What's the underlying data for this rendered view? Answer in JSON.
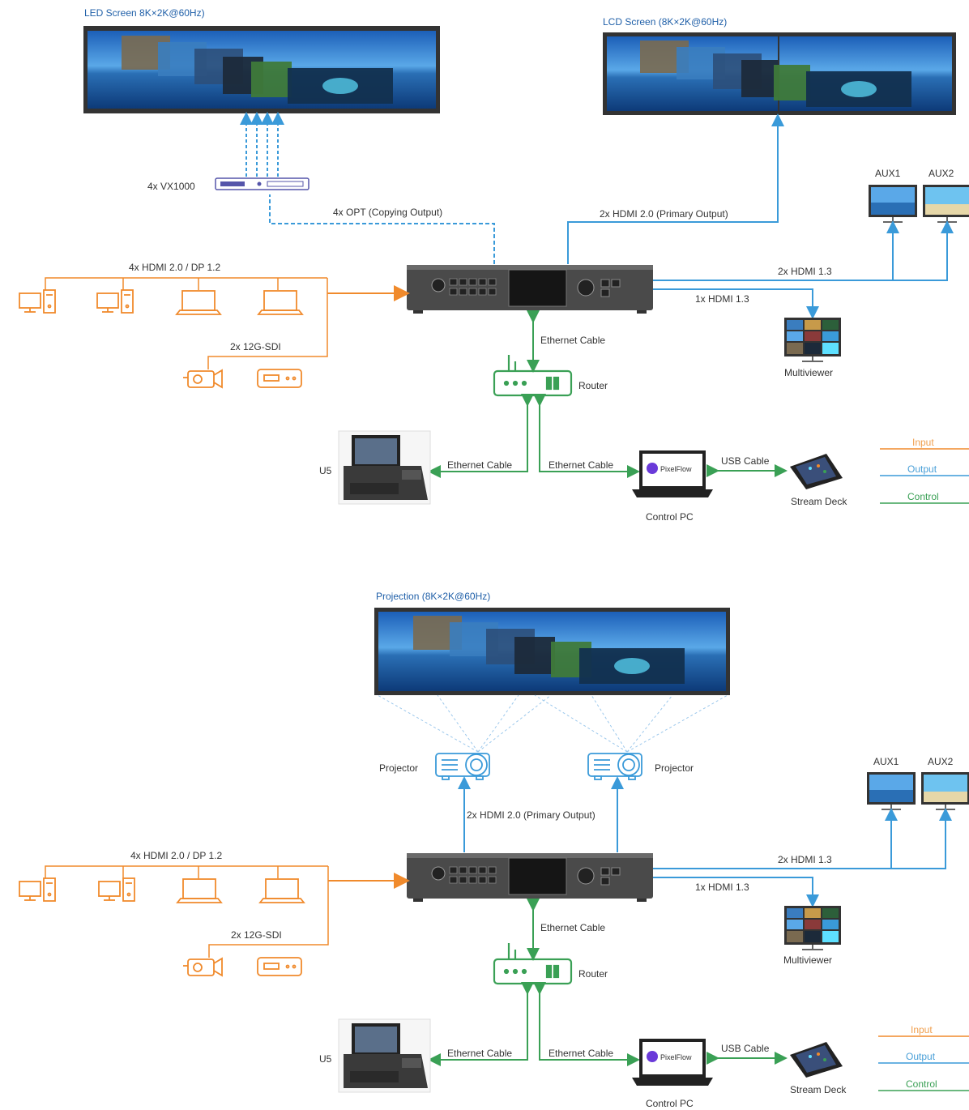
{
  "colors": {
    "input": "#f08a2c",
    "output": "#3a9ad9",
    "control": "#3aa055",
    "copying_output": "#3a9ad9",
    "device_body": "#4a4a4a"
  },
  "legend": {
    "input": "Input",
    "output": "Output",
    "control": "Control"
  },
  "top": {
    "led_screen": "LED Screen 8K×2K@60Hz)",
    "lcd_screen": "LCD Screen (8K×2K@60Hz)",
    "vx1000": "4x VX1000",
    "opt": "4x OPT (Copying Output)",
    "hdmi_primary": "2x  HDMI 2.0 (Primary Output)",
    "aux1": "AUX1",
    "aux2": "AUX2",
    "hdmi13_x2": "2x  HDMI 1.3",
    "hdmi13_x1": "1x  HDMI 1.3",
    "multiviewer": "Multiviewer",
    "inputs_hdmi": "4x HDMI 2.0 / DP 1.2",
    "inputs_sdi": "2x 12G-SDI",
    "eth_main": "Ethernet Cable",
    "router": "Router",
    "u5": "U5",
    "eth_u5": "Ethernet Cable",
    "eth_pc": "Ethernet Cable",
    "usb": "USB Cable",
    "control_pc": "Control PC",
    "stream_deck": "Stream Deck",
    "pixelflow": "PixelFlow"
  },
  "bottom": {
    "projection": "Projection (8K×2K@60Hz)",
    "projector_left": "Projector",
    "projector_right": "Projector",
    "hdmi_primary": "2x HDMI 2.0 (Primary Output)",
    "aux1": "AUX1",
    "aux2": "AUX2",
    "hdmi13_x2": "2x  HDMI 1.3",
    "hdmi13_x1": "1x  HDMI 1.3",
    "multiviewer": "Multiviewer",
    "inputs_hdmi": "4x HDMI 2.0 / DP 1.2",
    "inputs_sdi": "2x 12G-SDI",
    "eth_main": "Ethernet Cable",
    "router": "Router",
    "u5": "U5",
    "eth_u5": "Ethernet Cable",
    "eth_pc": "Ethernet Cable",
    "usb": "USB Cable",
    "control_pc": "Control PC",
    "stream_deck": "Stream Deck",
    "pixelflow": "PixelFlow"
  }
}
